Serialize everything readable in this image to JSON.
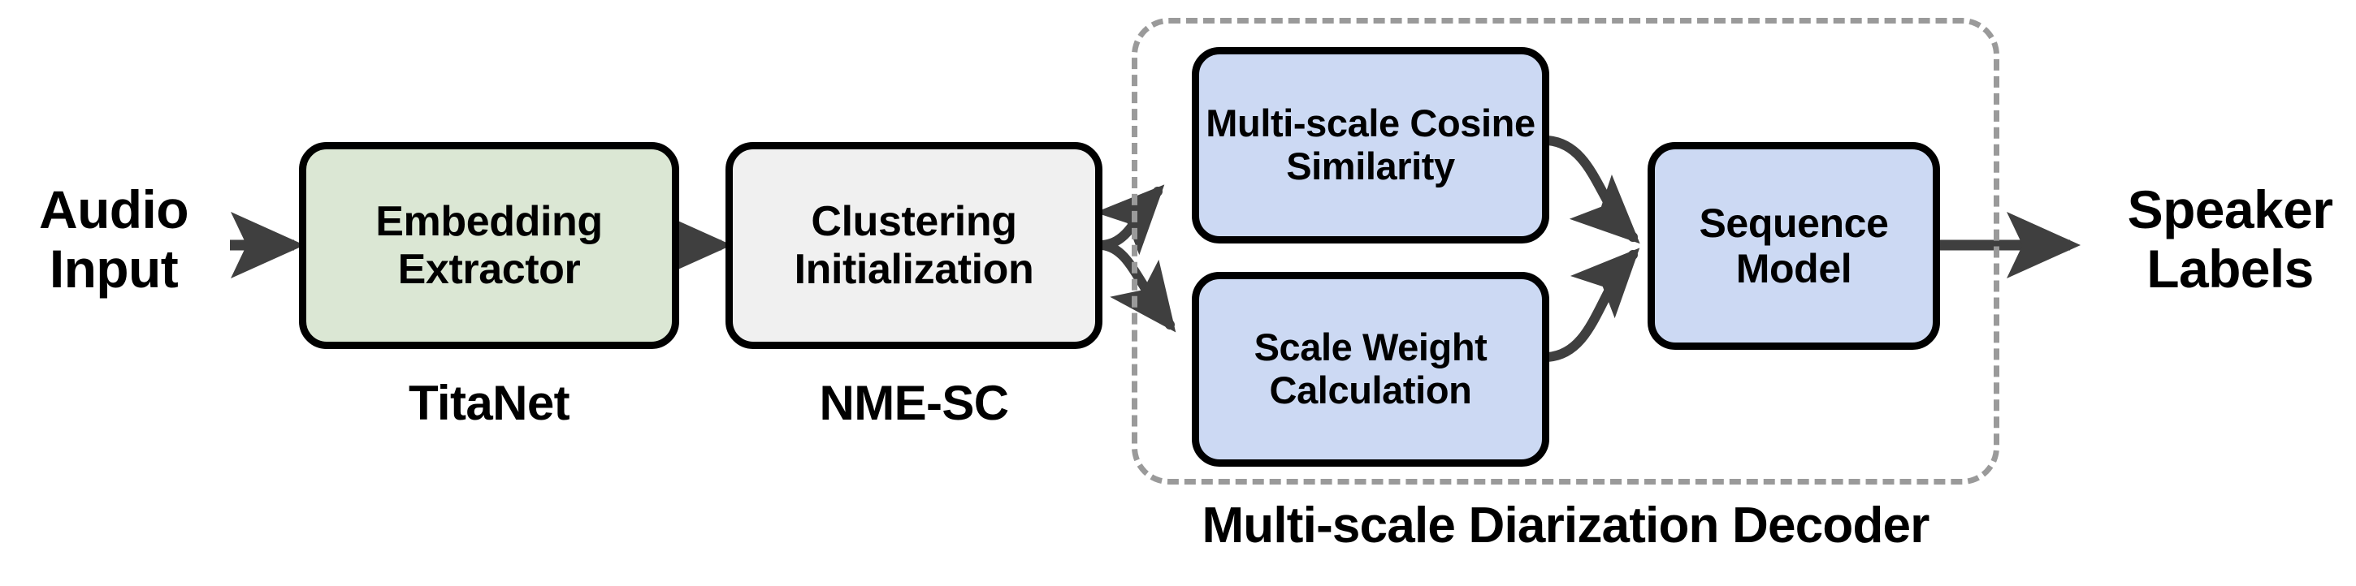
{
  "diagram": {
    "title": "Multi-scale Diarization Decoder speaker diarization pipeline",
    "colors": {
      "embedding_box_fill": "#dbe7d4",
      "clustering_box_fill": "#f0f0f0",
      "decoder_box_fill": "#ccd9f3",
      "box_stroke": "#000000",
      "arrow": "#3f3f3f",
      "group_dashed_border": "#9a9a9a",
      "background": "#ffffff",
      "text": "#000000"
    },
    "input": {
      "label": "Audio\nInput"
    },
    "output": {
      "label": "Speaker\nLabels"
    },
    "stages": [
      {
        "id": "embedding-extractor",
        "label": "Embedding\nExtractor",
        "sub_label": "TitaNet",
        "fill": "#dbe7d4"
      },
      {
        "id": "clustering-initialization",
        "label": "Clustering\nInitialization",
        "sub_label": "NME-SC",
        "fill": "#f0f0f0"
      }
    ],
    "group": {
      "id": "multi-scale-diarization-decoder",
      "caption": "Multi-scale Diarization Decoder",
      "members": [
        {
          "id": "multi-scale-cosine-similarity",
          "label": "Multi-scale\nCosine\nSimilarity",
          "fill": "#ccd9f3"
        },
        {
          "id": "scale-weight-calculation",
          "label": "Scale Weight\nCalculation",
          "fill": "#ccd9f3"
        },
        {
          "id": "sequence-model",
          "label": "Sequence\nModel",
          "fill": "#ccd9f3"
        }
      ]
    },
    "connections": [
      {
        "from": "audio-input",
        "to": "embedding-extractor",
        "style": "straight-arrow"
      },
      {
        "from": "embedding-extractor",
        "to": "clustering-initialization",
        "style": "straight-arrow"
      },
      {
        "from": "clustering-initialization",
        "to": "multi-scale-cosine-similarity",
        "style": "curved-arrow"
      },
      {
        "from": "clustering-initialization",
        "to": "scale-weight-calculation",
        "style": "curved-arrow"
      },
      {
        "from": "multi-scale-cosine-similarity",
        "to": "sequence-model",
        "style": "curved-arrow"
      },
      {
        "from": "scale-weight-calculation",
        "to": "sequence-model",
        "style": "curved-arrow"
      },
      {
        "from": "sequence-model",
        "to": "speaker-labels",
        "style": "straight-arrow"
      }
    ]
  }
}
